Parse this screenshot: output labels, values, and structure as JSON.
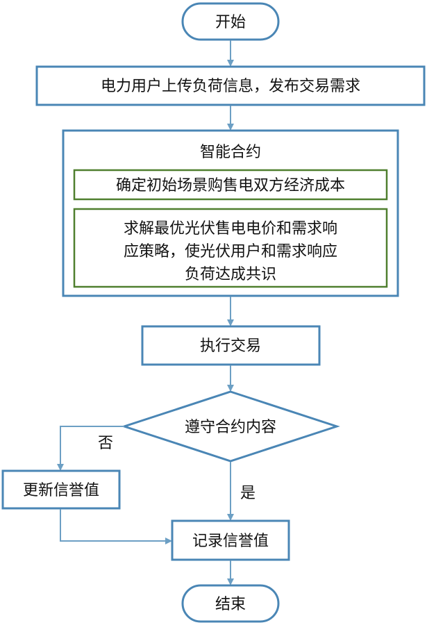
{
  "flowchart": {
    "colors": {
      "outline_blue": "#4a86b5",
      "inner_green": "#4f7f2e",
      "arrow_blue": "#6c9fc4",
      "text": "#111111"
    },
    "start": "开始",
    "upload": "电力用户上传负荷信息，发布交易需求",
    "smart_contract": {
      "title": "智能合约",
      "step1": "确定初始场景购售电双方经济成本",
      "step2_lines": [
        "求解最优光伏售电电价和需求响",
        "应策略，使光伏用户和需求响应",
        "负荷达成共识"
      ]
    },
    "execute": "执行交易",
    "decision": "遵守合约内容",
    "no_label": "否",
    "yes_label": "是",
    "update_credit": "更新信誉值",
    "record_credit": "记录信誉值",
    "end": "结束"
  }
}
